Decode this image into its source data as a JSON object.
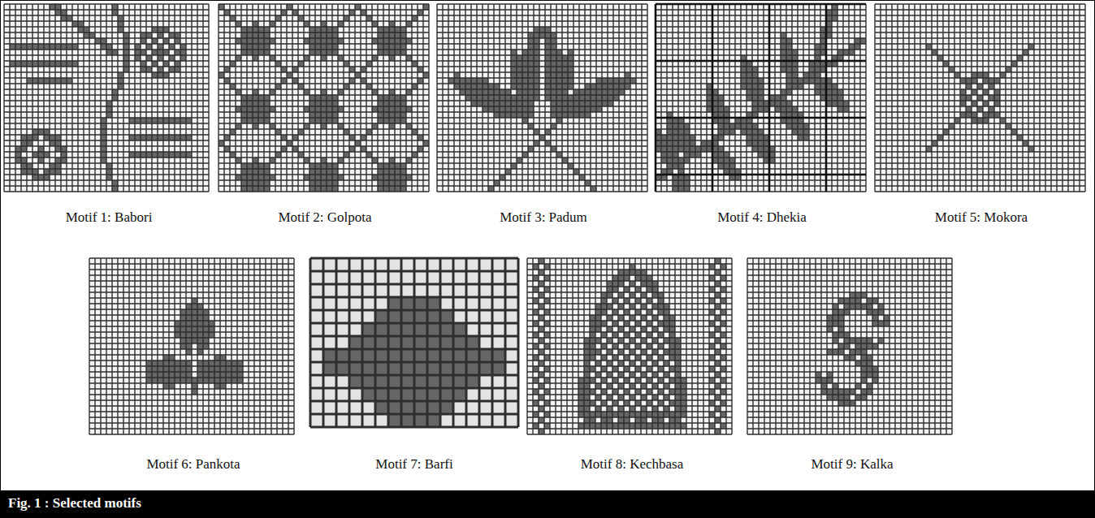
{
  "diagram": {
    "caption": "Fig. 1 : Selected motifs",
    "labels": [
      "Motif 1: Babori",
      "Motif 2: Golpota",
      "Motif 3: Padum",
      "Motif 4: Dhekia",
      "Motif 5: Mokora",
      "Motif 6: Pankota",
      "Motif 7: Barfi",
      "Motif 8: Kechbasa",
      "Motif 9: Kalka"
    ]
  }
}
